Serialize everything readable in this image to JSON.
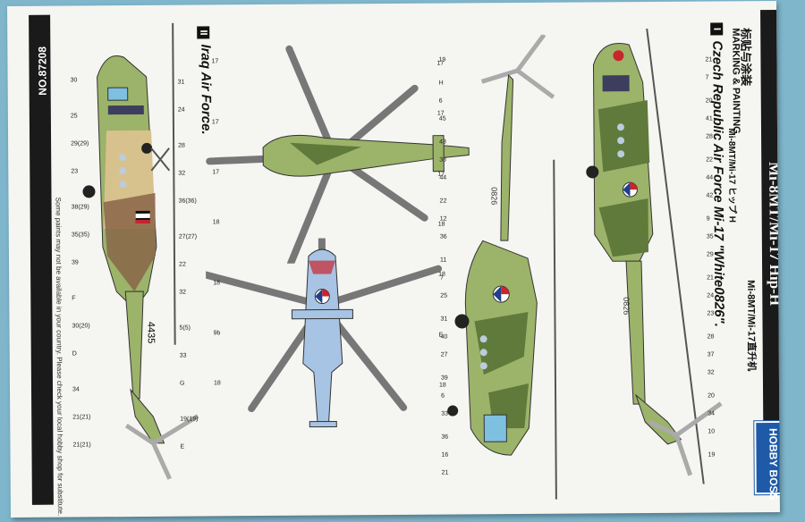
{
  "sheet": {
    "product_number": "NO.87208",
    "title": "Mi-8MT/Mi-17 Hip-H",
    "title_cn_jp": "Mi-8MT/Mi-17直升机",
    "subtitle_cn": "标贴与涂装",
    "subtitle_en": "MARKING & PAINTING",
    "subtitle_jp": "Mi-8MT/Mi-17 ヒップ H",
    "disclaimer": "Some paints may not be available in your country. Please check your local hobby shop for substitute.",
    "brand": "HOBBY BOSS"
  },
  "schemes": [
    {
      "number": "I",
      "label": "Czech Republic Air Force Mi-17 \"White0826\".",
      "serial": "0826"
    },
    {
      "number": "II",
      "label": "Iraq Air Force.",
      "serial": "4435"
    }
  ],
  "callouts_iraq": [
    "30",
    "31",
    "25",
    "24",
    "29(29)",
    "28",
    "23",
    "32",
    "38(29)",
    "36(36)",
    "35(35)",
    "27(27)",
    "39",
    "22",
    "F",
    "32",
    "30(20)",
    "5(5)",
    "D",
    "33",
    "34",
    "G",
    "21(21)",
    "19(19)",
    "21(21)",
    "E"
  ],
  "callouts_top": [
    "17",
    "17",
    "17",
    "17",
    "17",
    "17",
    "18",
    "18",
    "18",
    "18",
    "9b",
    "E",
    "18",
    "18"
  ],
  "callouts_czech": [
    "19",
    "21",
    "H",
    "7",
    "6",
    "20",
    "45",
    "41",
    "43",
    "28",
    "38",
    "22",
    "44",
    "44",
    "22",
    "42",
    "12",
    "9",
    "36",
    "35",
    "11",
    "29",
    "7",
    "21",
    "25",
    "24",
    "31",
    "23",
    "40",
    "28",
    "27",
    "37",
    "39",
    "32",
    "6",
    "20",
    "33",
    "34",
    "36",
    "10",
    "16",
    "19",
    "21"
  ],
  "colors": {
    "sheet": "#f5f5f1",
    "bar": "#1a1a1a",
    "camo_green": "#9cb36a",
    "camo_dark": "#5f7a3b",
    "camo_sand": "#d7c28e",
    "iraq_brown": "#8a6548",
    "light_blue": "#a8c4e4",
    "roundel_red": "#c9252c",
    "roundel_blue": "#1f3f8a",
    "brand_blue": "#1e5aa8"
  }
}
